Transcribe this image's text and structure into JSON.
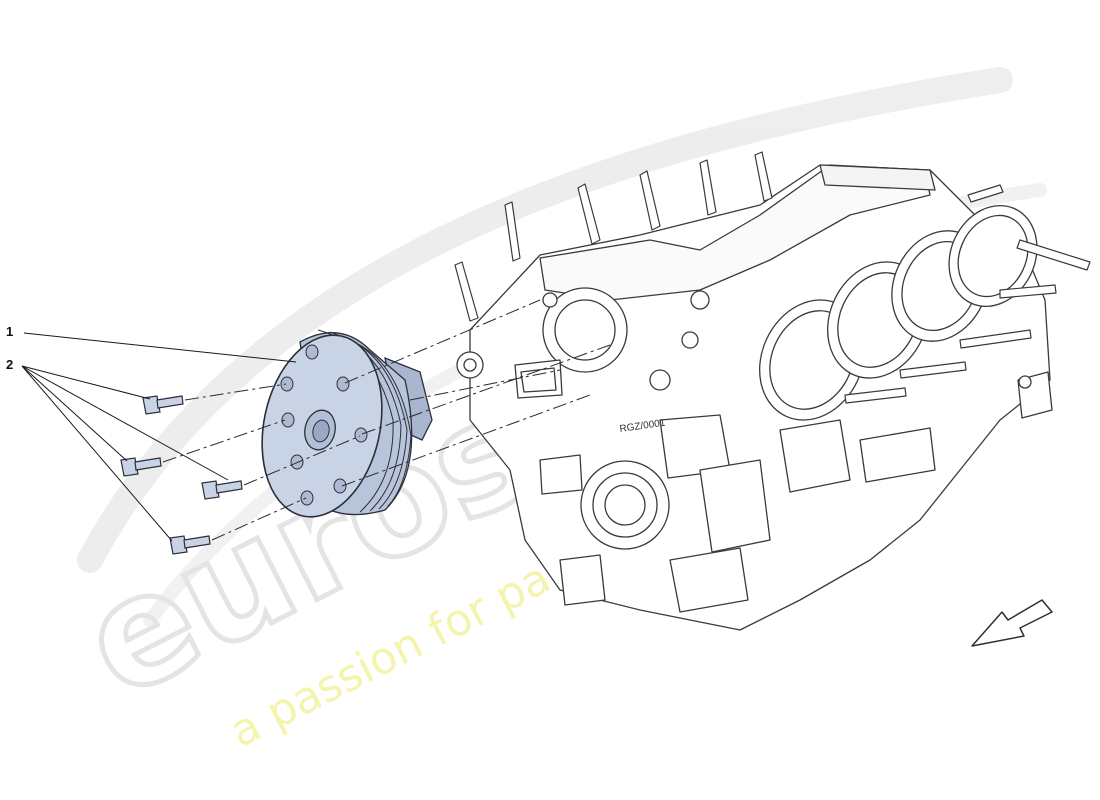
{
  "callouts": [
    {
      "id": "1",
      "label": "1"
    },
    {
      "id": "2",
      "label": "2"
    }
  ],
  "engine_stamp": "RGZ/0001",
  "watermark": {
    "brand": "eurospares",
    "tagline": "a passion for parts since 1978"
  },
  "colors": {
    "pulley_fill": "#c9d3e6",
    "pulley_stroke": "#2b2f38",
    "line_art": "#3a3a3a",
    "watermark_gray": "#e6e6e6",
    "watermark_yellow": "#f2f2a8"
  }
}
